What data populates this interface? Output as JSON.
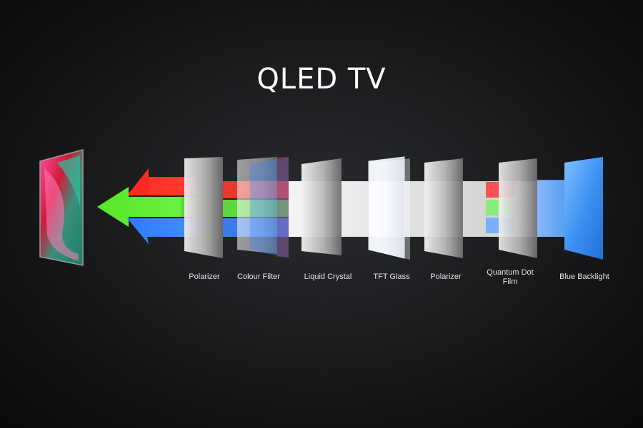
{
  "title": "QLED TV",
  "layers": [
    {
      "label": "Polarizer"
    },
    {
      "label": "Colour Filter"
    },
    {
      "label": "Liquid Crystal"
    },
    {
      "label": "TFT Glass"
    },
    {
      "label": "Polarizer"
    },
    {
      "label": "Quantum Dot Film"
    },
    {
      "label": "Blue Backlight"
    }
  ],
  "colors": {
    "red": "#ff2a1f",
    "green": "#5bea2e",
    "blue": "#2f7bff",
    "backlight": "#3f93f2",
    "panel": "#d9d9d9"
  }
}
